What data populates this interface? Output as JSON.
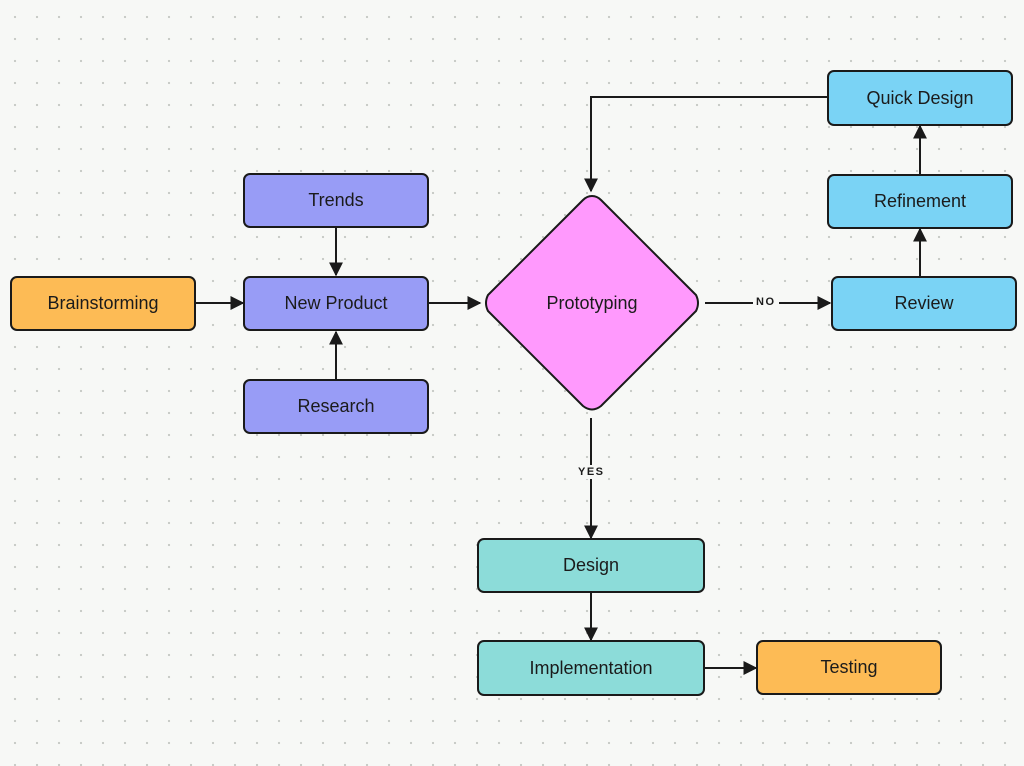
{
  "diagram": {
    "nodes": {
      "brainstorming": "Brainstorming",
      "trends": "Trends",
      "new_product": "New Product",
      "research": "Research",
      "prototyping": "Prototyping",
      "review": "Review",
      "refinement": "Refinement",
      "quick_design": "Quick Design",
      "design": "Design",
      "implementation": "Implementation",
      "testing": "Testing"
    },
    "edge_labels": {
      "no": "NO",
      "yes": "YES"
    },
    "colors": {
      "orange": "#fdbb55",
      "purple": "#989cf6",
      "pink": "#ff99fd",
      "blue": "#7ad3f5",
      "teal": "#8cdcd9",
      "stroke": "#1a1a1a"
    }
  }
}
